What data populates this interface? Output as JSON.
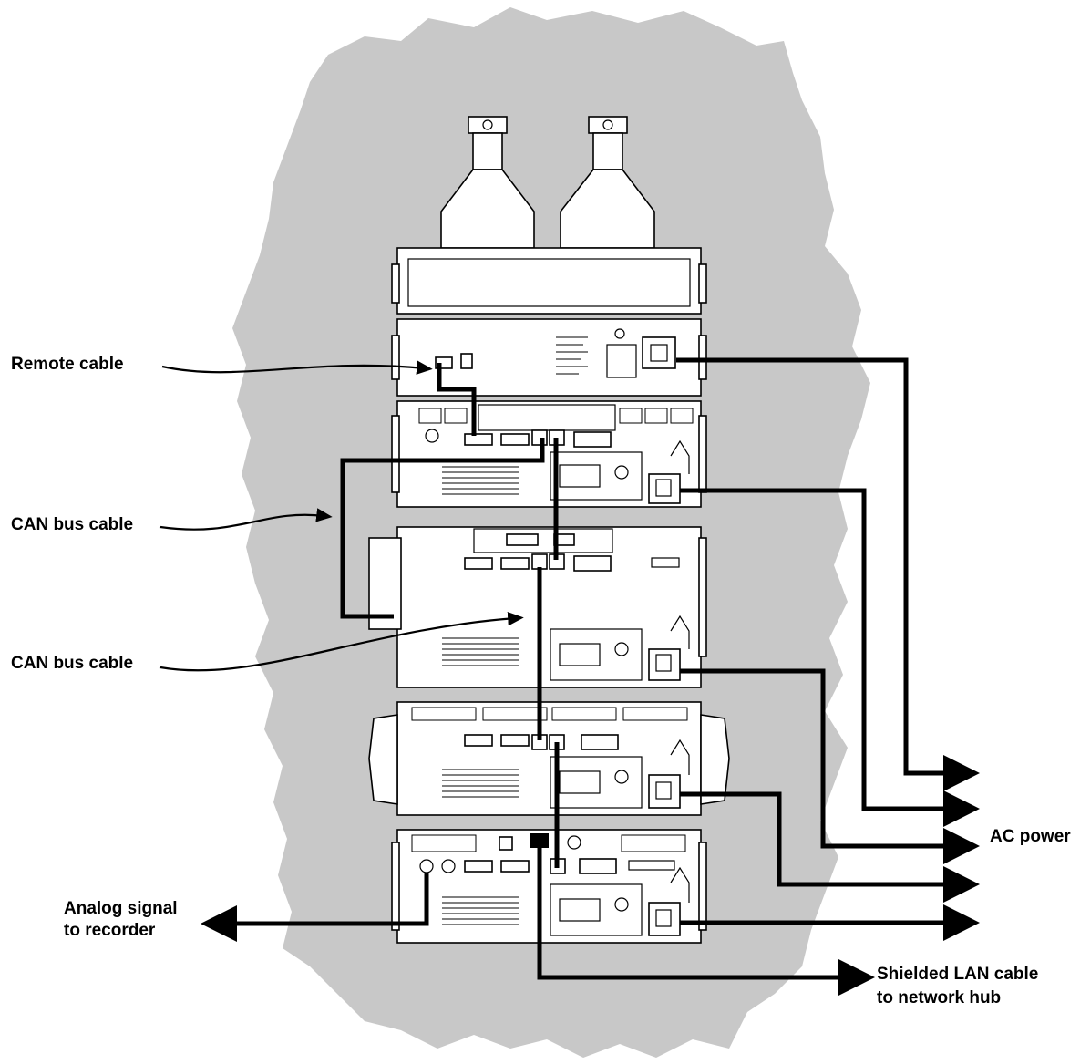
{
  "labels": {
    "remote_cable": "Remote cable",
    "can_bus_cable_1": "CAN bus cable",
    "can_bus_cable_2": "CAN bus cable",
    "ac_power": "AC power",
    "analog_signal_line1": "Analog signal",
    "analog_signal_line2": "to recorder",
    "lan_cable_line1": "Shielded LAN cable",
    "lan_cable_line2": "to network hub"
  },
  "colors": {
    "background_cloud": "#c8c8c8",
    "cable": "#000000",
    "module_fill": "#ffffff"
  }
}
